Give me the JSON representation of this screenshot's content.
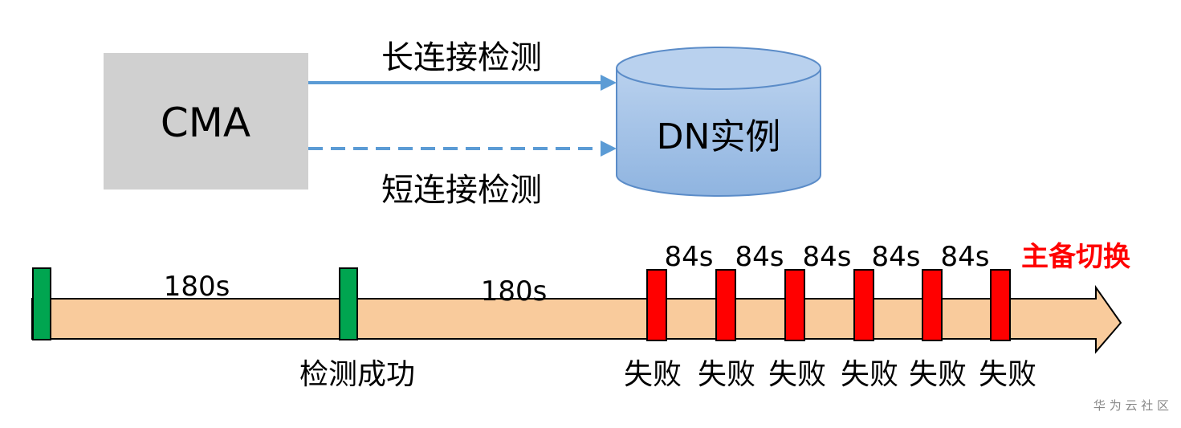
{
  "cma": {
    "label": "CMA"
  },
  "dn": {
    "label": "DN实例"
  },
  "connections": {
    "long": {
      "label": "长连接检测"
    },
    "short": {
      "label": "短连接检测"
    }
  },
  "timeline": {
    "interval_labels": [
      "180s",
      "180s"
    ],
    "short_interval_labels": [
      "84s",
      "84s",
      "84s",
      "84s",
      "84s"
    ],
    "success_label": "检测成功",
    "failure_labels": [
      "失败",
      "失败",
      "失败",
      "失败",
      "失败",
      "失败"
    ],
    "switch_label": "主备切换"
  },
  "watermark": "华 为 云 社 区",
  "colors": {
    "cma_box": "#d0d0d0",
    "arrow_blue": "#5b9bd5",
    "cylinder_fill": "#a4c2e6",
    "cylinder_stroke": "#5b8cc8",
    "timeline_fill": "#f9cb9c",
    "success_marker": "#00a550",
    "failure_marker": "#ff0000",
    "switch_text": "#ff0000"
  }
}
